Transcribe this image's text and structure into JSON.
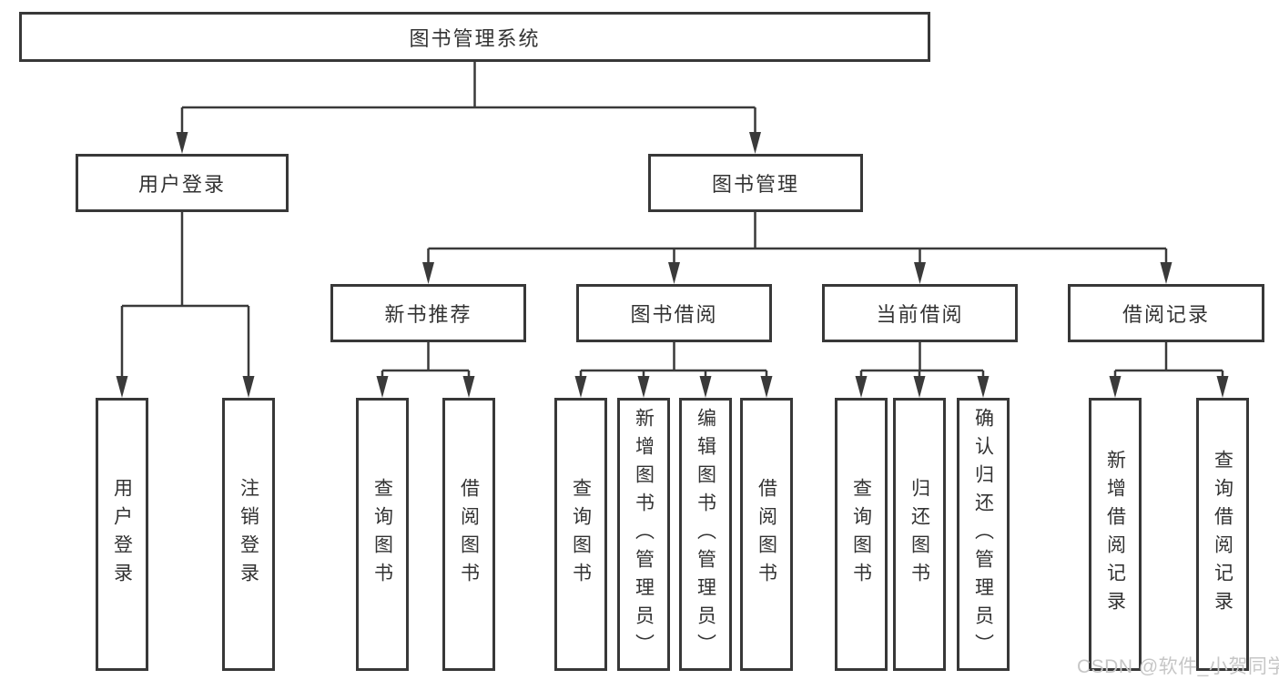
{
  "colors": {
    "line": "#3a3a3a",
    "box_border": "#383838",
    "text": "#333333",
    "watermark": "#c6c6c6",
    "background": "#ffffff"
  },
  "watermark": {
    "text": "CSDN @软件_小贺同学"
  },
  "diagram": {
    "root": {
      "label": "图书管理系统"
    },
    "branches": [
      {
        "label": "用户登录",
        "children": [
          {
            "label": "用户登录"
          },
          {
            "label": "注销登录"
          }
        ]
      },
      {
        "label": "图书管理",
        "children": [
          {
            "label": "新书推荐",
            "children": [
              {
                "label": "查询图书"
              },
              {
                "label": "借阅图书"
              }
            ]
          },
          {
            "label": "图书借阅",
            "children": [
              {
                "label": "查询图书"
              },
              {
                "label": "新增图书（管理员）"
              },
              {
                "label": "编辑图书（管理员）"
              },
              {
                "label": "借阅图书"
              }
            ]
          },
          {
            "label": "当前借阅",
            "children": [
              {
                "label": "查询图书"
              },
              {
                "label": "归还图书"
              },
              {
                "label": "确认归还（管理员）"
              }
            ]
          },
          {
            "label": "借阅记录",
            "children": [
              {
                "label": "新增借阅记录"
              },
              {
                "label": "查询借阅记录"
              }
            ]
          }
        ]
      }
    ]
  }
}
